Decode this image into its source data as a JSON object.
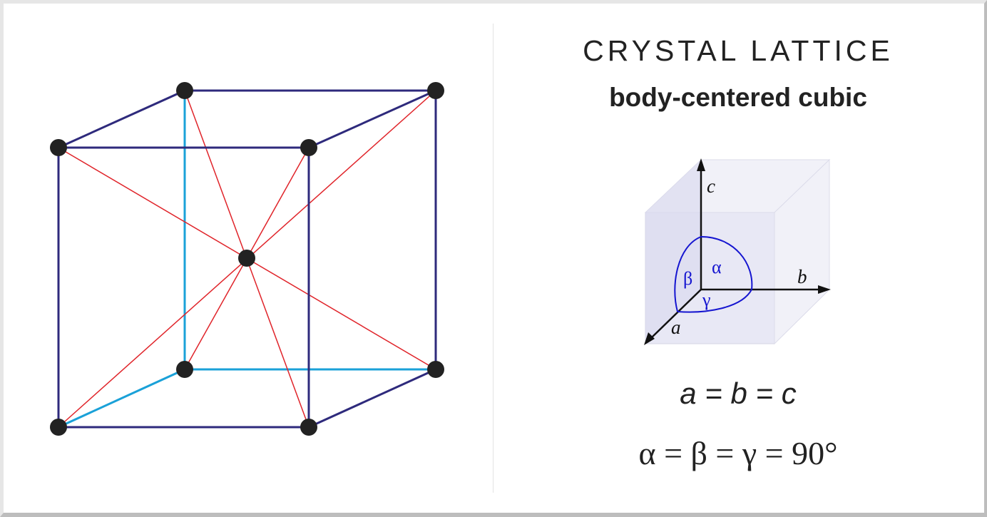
{
  "header": {
    "title": "CRYSTAL LATTICE",
    "subtitle": "body-centered cubic"
  },
  "axes": {
    "a": "a",
    "b": "b",
    "c": "c"
  },
  "angles": {
    "alpha": "α",
    "beta": "β",
    "gamma": "γ"
  },
  "equations": {
    "lengths": "a = b = c",
    "angles": "α = β = γ = 90°"
  },
  "colors": {
    "front_edges": "#2e2a7c",
    "hidden_edges": "#1aa1d8",
    "diagonals": "#e0242a",
    "atoms": "#222222",
    "angle_arcs": "#1515d0",
    "unit_cell_fill": "#e6e6f4"
  }
}
